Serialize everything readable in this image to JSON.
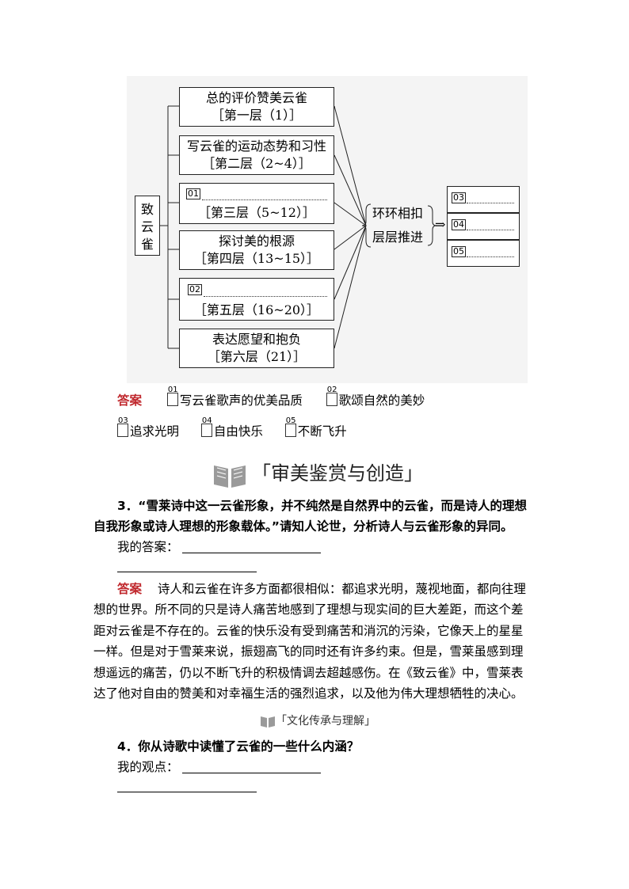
{
  "diagram": {
    "root": [
      "致",
      "云",
      "雀"
    ],
    "nodes": [
      {
        "line1": "总的评价赞美云雀",
        "line2": "［第一层（1）］"
      },
      {
        "line1": "写云雀的运动态势和习性",
        "line2": "［第二层（2~4）］"
      },
      {
        "tag": "01",
        "line2": "［第三层（5~12）］"
      },
      {
        "line1": "探讨美的根源",
        "line2": "［第四层（13~15）］"
      },
      {
        "tag": "02",
        "line2": "［第五层（16~20）］"
      },
      {
        "line1": "表达愿望和抱负",
        "line2": "［第六层（21）］"
      }
    ],
    "middle": [
      "环环相扣",
      "层层推进"
    ],
    "arrow": "⇒",
    "right_tags": [
      "03",
      "04",
      "05"
    ]
  },
  "answer1": {
    "label": "答案",
    "items": [
      {
        "tag": "01",
        "text": "写云雀歌声的优美品质"
      },
      {
        "tag": "02",
        "text": "歌颂自然的美妙"
      },
      {
        "tag": "03",
        "text": "追求光明"
      },
      {
        "tag": "04",
        "text": "自由快乐"
      },
      {
        "tag": "05",
        "text": "不断飞升"
      }
    ]
  },
  "section1": {
    "title": "「审美鉴赏与创造」"
  },
  "q3": {
    "line1": "3．“雪莱诗中这一云雀形象，并不纯然是自然界中的云雀，而是诗人的理想",
    "line2": "自我形象或诗人理想的形象载体。”请知人论世，分析诗人与云雀形象的异同。",
    "prompt": "我的答案："
  },
  "answer3": {
    "label": "答案",
    "lines": [
      "诗人和云雀在许多方面都很相似：都追求光明，蔑视地面，都向往理",
      "想的世界。所不同的只是诗人痛苦地感到了理想与现实间的巨大差距，而这个差",
      "距对云雀是不存在的。云雀的快乐没有受到痛苦和消沉的污染，它像天上的星星",
      "一样。但是对于雪莱来说，振翅高飞的同时还有许多约束。但是，雪莱虽感到理",
      "想遥远的痛苦，仍以不断飞升的积极情调去超越感伤。在《致云雀》中，雪莱表",
      "达了他对自由的赞美和对幸福生活的强烈追求，以及他为伟大理想牺牲的决心。"
    ]
  },
  "section2": {
    "title": "「文化传承与理解」"
  },
  "q4": {
    "line1": "4．你从诗歌中读懂了云雀的一些什么内涵？",
    "prompt": "我的观点："
  }
}
